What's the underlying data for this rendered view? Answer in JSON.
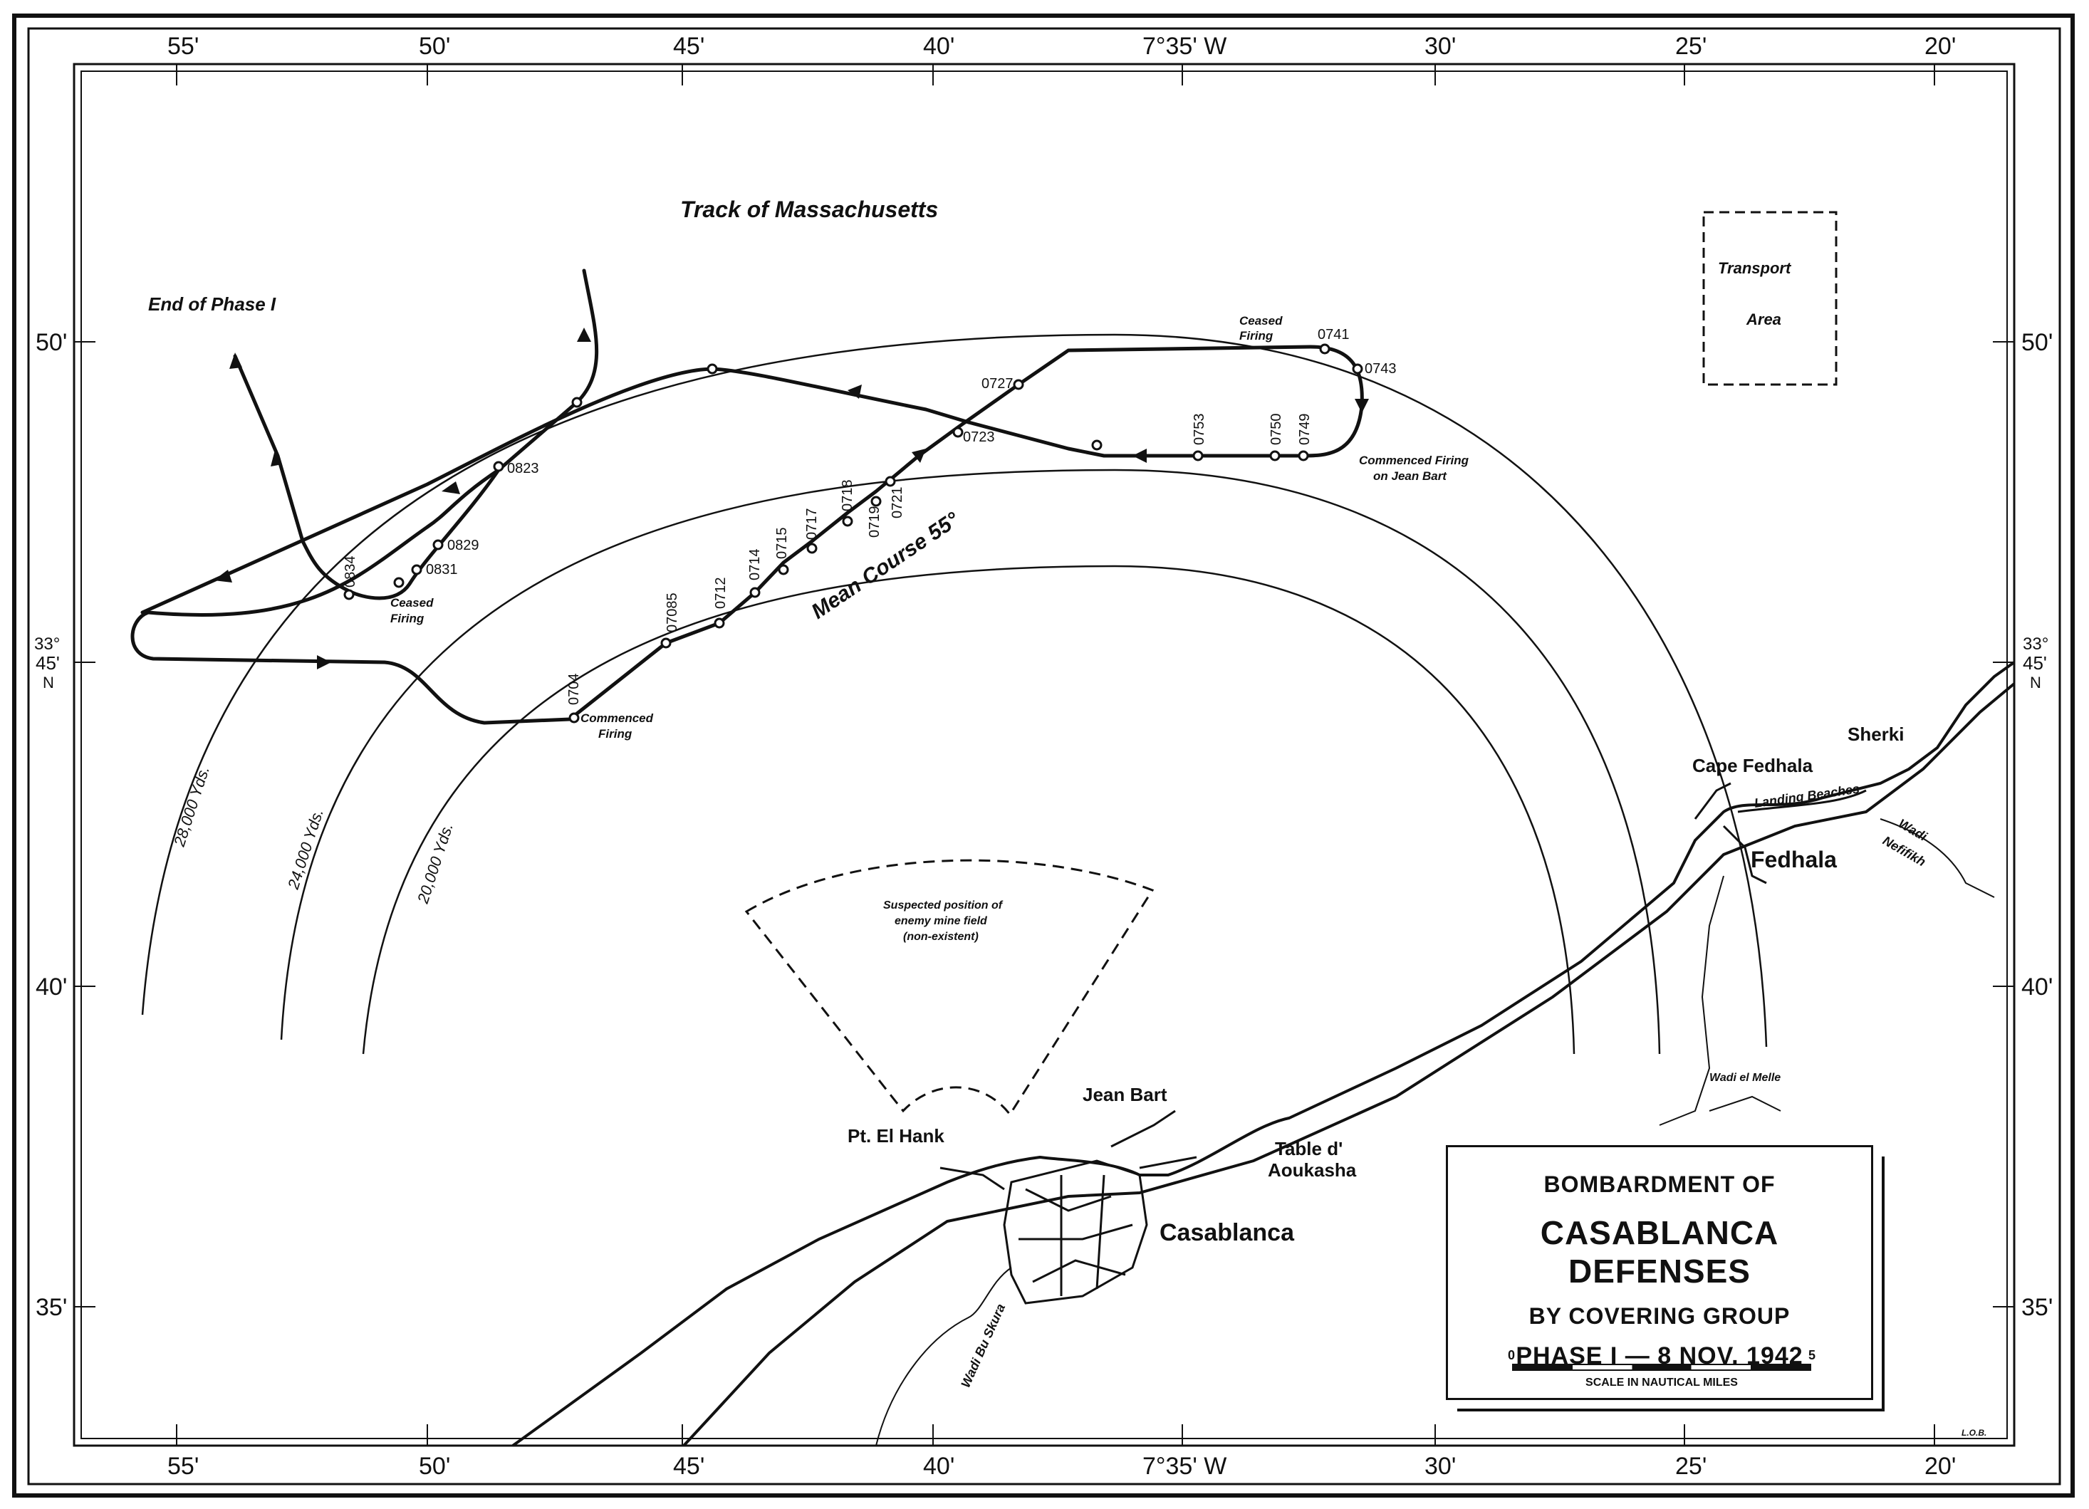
{
  "map": {
    "title": {
      "line1": "BOMBARDMENT OF",
      "line2": "CASABLANCA DEFENSES",
      "line3": "BY COVERING GROUP",
      "line4": "PHASE I  —  8 NOV. 1942"
    },
    "scale": {
      "start": "0",
      "end": "5",
      "caption": "SCALE IN NAUTICAL MILES"
    },
    "longitude_labels": [
      "55'",
      "50'",
      "45'",
      "40'",
      "7°35' W",
      "30'",
      "25'",
      "20'"
    ],
    "latitude_labels": {
      "lat50": "50'",
      "lat45": "45'",
      "lat40": "40'",
      "lat35": "35'",
      "deg": "33°",
      "hemisphere": "N"
    },
    "track_label": "Track of Massachusetts",
    "end_phase_label": "End of Phase I",
    "mean_course_label": "Mean Course 55°",
    "range_labels": [
      "28,000 Yds.",
      "24,000 Yds.",
      "20,000 Yds."
    ],
    "transport_area": {
      "line1": "Transport",
      "line2": "Area"
    },
    "mine_field": {
      "line1": "Suspected position of",
      "line2": "enemy mine field",
      "line3": "(non-existent)"
    },
    "annotations": {
      "commenced_firing": [
        "Commenced",
        "Firing"
      ],
      "ceased_firing_1": [
        "Ceased",
        "Firing"
      ],
      "ceased_firing_2": [
        "Ceased",
        "Firing"
      ],
      "commenced_firing_jean_bart": [
        "Commenced Firing",
        "on Jean Bart"
      ]
    },
    "times": {
      "t0704": "0704",
      "t07085": "07085",
      "t0712": "0712",
      "t0714": "0714",
      "t0715": "0715",
      "t0717": "0717",
      "t0718": "0718",
      "t0719": "0719",
      "t0721": "0721",
      "t0723": "0723",
      "t0727": "0727",
      "t0741": "0741",
      "t0743": "0743",
      "t0749": "0749",
      "t0750": "0750",
      "t0753": "0753",
      "t0823": "0823",
      "t0829": "0829",
      "t0831": "0831",
      "t0834": "0834"
    },
    "places": {
      "jean_bart": "Jean Bart",
      "pt_el_hank": "Pt. El Hank",
      "casablanca": "Casablanca",
      "table": "Table d'",
      "aoukasha": "Aoukasha",
      "cape_fedhala": "Cape Fedhala",
      "fedhala": "Fedhala",
      "sherki": "Sherki",
      "landing_beaches": "Landing Beaches",
      "wadi": "Wadi",
      "nefifikh": "Nefifikh",
      "wadi_el_melle": "Wadi el Melle",
      "wadi_bu_skura": "Wadi Bu Skura"
    },
    "credit": "L.O.B."
  }
}
